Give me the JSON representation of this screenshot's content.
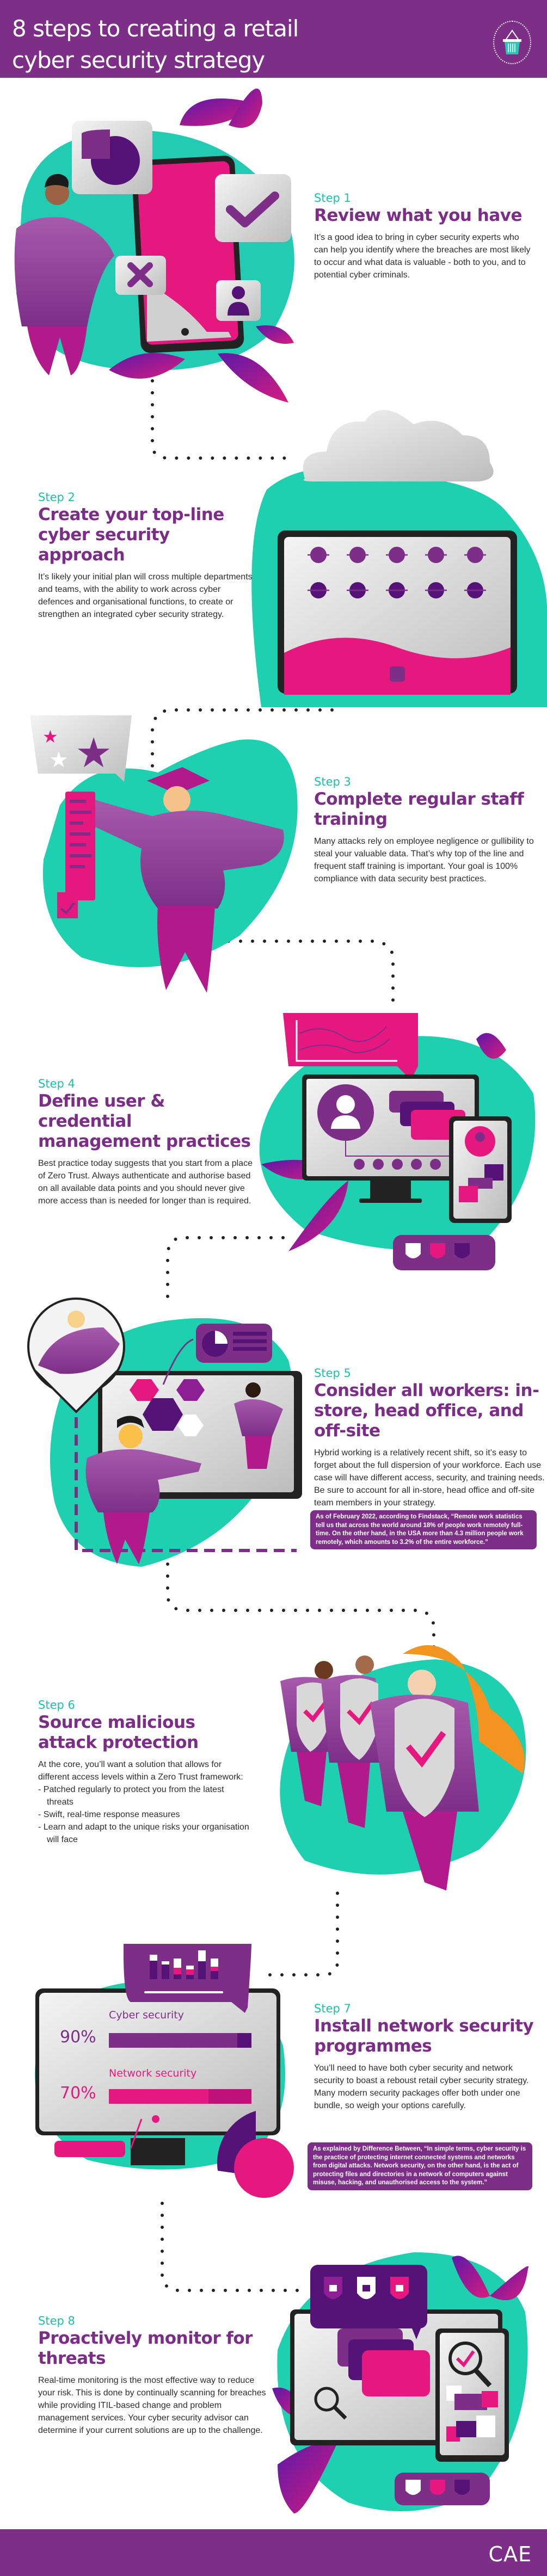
{
  "header": {
    "title_line1": "8 steps to creating a retail",
    "title_line2": "cyber security strategy",
    "icon": "shopping-basket-icon"
  },
  "colors": {
    "purple": "#7d2f88",
    "dark_purple": "#561377",
    "magenta": "#e5187f",
    "teal": "#1ecfb0",
    "step_label": "#1dbfa8"
  },
  "steps": [
    {
      "label": "Step 1",
      "title": "Review what you have",
      "body": "It’s a good idea to bring in cyber security experts who can help you identify where the breaches are most likely to occur and what data is valuable - both to you, and to potential cyber criminals."
    },
    {
      "label": "Step 2",
      "title": "Create your top-line cyber security approach",
      "body": "It’s likely your initial plan will cross multiple departments and teams, with the ability to work across cyber defences and organisational functions, to create or strengthen an integrated cyber security strategy."
    },
    {
      "label": "Step 3",
      "title": "Complete regular staff training",
      "body": "Many attacks rely on employee negligence or gullibility to steal your valuable data. That’s why top of the line and frequent staff training is important. Your goal is 100% compliance with data security best practices."
    },
    {
      "label": "Step 4",
      "title": "Define user & credential management practices",
      "body": "Best practice today suggests that you start from a place of Zero Trust. Always authenticate and authorise based on all available data points and you should never give more access than is needed for longer than is required."
    },
    {
      "label": "Step 5",
      "title": "Consider all workers: in-store, head office, and off-site",
      "body": "Hybrid working is a relatively recent shift, so it’s easy to forget about the full dispersion of your workforce. Each use case will have different access, security, and training needs. Be sure to account for all in-store, head office and off-site team members in your strategy.",
      "quote": "As of February 2022, according to Findstack, “Remote work statistics tell us that across the world around 18% of people work remotely full-time. On the other hand, in the USA more than 4.3 million people work remotely, which amounts to 3.2% of the entire workforce.”"
    },
    {
      "label": "Step 6",
      "title": "Source malicious attack protection",
      "body": "At the core, you’ll want a solution that allows for different access levels within a Zero Trust framework:",
      "bullets": [
        "Patched regularly to protect you from the latest threats",
        "Swift, real-time response measures",
        "Learn and adapt to the unique risks your organisation will face"
      ]
    },
    {
      "label": "Step 7",
      "title": "Install network security programmes",
      "body": "You’ll need to have both cyber security and network security to boast a reboust retail cyber security strategy. Many modern security packages offer both under one bundle, so weigh your options carefully.",
      "quote": "As explained by Difference Between, “In simple terms, cyber security is the practice of protecting internet connected systems and networks from digital attacks. Network security, on the other hand, is the act of protecting files and directories in a network of computers against misuse, hacking, and unauthorised access to the system.”"
    },
    {
      "label": "Step 8",
      "title": "Proactively monitor for threats",
      "body": "Real-time monitoring is the most effective way to reduce your risk. This is done by continually scanning for breaches while providing ITIL-based change and problem management services. Your cyber security advisor can determine if your current solutions are up to the challenge."
    }
  ],
  "security_meters": [
    {
      "label": "Cyber security",
      "value_text": "90%",
      "value": 90,
      "color": "#7d2f88"
    },
    {
      "label": "Network security",
      "value_text": "70%",
      "value": 70,
      "color": "#e5187f"
    }
  ],
  "footer": {
    "logo": "CAE"
  }
}
